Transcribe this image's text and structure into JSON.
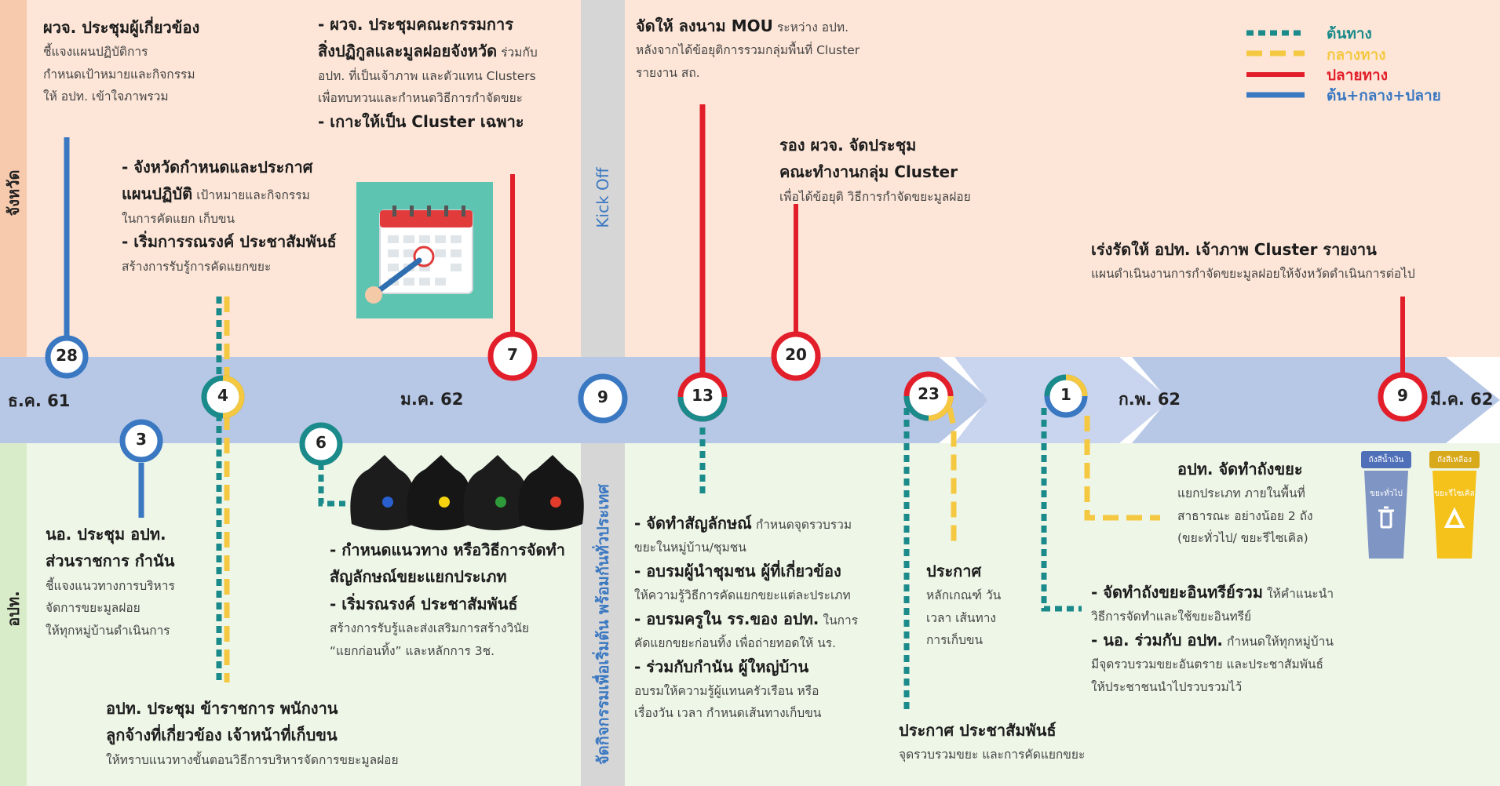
{
  "colors": {
    "origin": "#1a8a8a",
    "midway": "#f5c842",
    "destination": "#e21e2a",
    "all": "#3a78c2",
    "province_bg": "#fde6d8",
    "local_bg": "#eef6e8",
    "arrow": "#b7c7e6",
    "divider": "#d4d4d4"
  },
  "legend": [
    {
      "label": "ต้นทาง",
      "color": "origin"
    },
    {
      "label": "กลางทาง",
      "color": "midway"
    },
    {
      "label": "ปลายทาง",
      "color": "destination"
    },
    {
      "label": "ต้น+กลาง+ปลาย",
      "color": "all"
    }
  ],
  "rows": {
    "province": "จังหวัด",
    "local": "อปท."
  },
  "center": {
    "kickoff": "Kick Off",
    "activity": "จัดกิจกรรมเพื่อเริ่มต้น พร้อมกันทั่วประเทศ"
  },
  "months": [
    "ธ.ค. 61",
    "ม.ค. 62",
    "ก.พ. 62",
    "มี.ค. 62"
  ],
  "nodes": [
    "28",
    "3",
    "4",
    "6",
    "7",
    "9",
    "13",
    "20",
    "23",
    "1",
    "9"
  ],
  "province_notes": [
    {
      "lines": [
        "ผวจ. ประชุมผู้เกี่ยวข้อง"
      ],
      "sub": [
        "ชี้แจงแผนปฏิบัติการ",
        "กำหนดเป้าหมายและกิจกรรม",
        "ให้ อปท. เข้าใจภาพรวม"
      ]
    },
    {
      "lines": [
        "- จังหวัดกำหนดและประกาศ",
        "แผนปฏิบัติ"
      ],
      "inline": "เป้าหมายและกิจกรรม",
      "sub": [
        "ในการคัดแยก เก็บขน"
      ],
      "lines2": [
        "- เริ่มการรณรงค์ ประชาสัมพันธ์"
      ],
      "sub2": [
        "สร้างการรับรู้การคัดแยกขยะ"
      ]
    },
    {
      "lines": [
        "- ผวจ. ประชุมคณะกรรมการ",
        "สิ่งปฏิกูลและมูลฝอยจังหวัด"
      ],
      "inline": "ร่วมกับ",
      "sub": [
        "อปท. ที่เป็นเจ้าภาพ และตัวแทน Clusters",
        "เพื่อทบทวนและกำหนดวิธีการกำจัดขยะ"
      ],
      "lines2": [
        "- เกาะให้เป็น Cluster เฉพาะ"
      ]
    },
    {
      "lines": [
        "จัดให้ ลงนาม MOU"
      ],
      "inline": "ระหว่าง อปท.",
      "sub": [
        "หลังจากได้ข้อยุติการรวมกลุ่มพื้นที่ Cluster",
        "รายงาน สถ."
      ]
    },
    {
      "lines": [
        "รอง ผวจ. จัดประชุม",
        "คณะทำงานกลุ่ม Cluster"
      ],
      "sub": [
        "เพื่อได้ข้อยุติ วิธีการกำจัดขยะมูลฝอย"
      ]
    },
    {
      "lines": [
        "เร่งรัดให้ อปท. เจ้าภาพ Cluster รายงาน"
      ],
      "sub": [
        "แผนดำเนินงานการกำจัดขยะมูลฝอยให้จังหวัดดำเนินการต่อไป"
      ]
    }
  ],
  "local_notes": [
    {
      "lines": [
        "นอ. ประชุม อปท.",
        "ส่วนราชการ กำนัน"
      ],
      "sub": [
        "ชี้แจงแนวทางการบริหาร",
        "จัดการขยะมูลฝอย",
        "ให้ทุกหมู่บ้านดำเนินการ"
      ]
    },
    {
      "lines": [
        "อปท. ประชุม ข้าราชการ  พนักงาน",
        "ลูกจ้างที่เกี่ยวข้อง เจ้าหน้าที่เก็บขน"
      ],
      "sub": [
        "ให้ทราบแนวทางขั้นตอนวิธีการบริหารจัดการขยะมูลฝอย"
      ]
    },
    {
      "lines": [
        "- กำหนดแนวทาง หรือวิธีการจัดทำ",
        "สัญลักษณ์ขยะแยกประเภท",
        "- เริ่มรณรงค์ ประชาสัมพันธ์"
      ],
      "sub": [
        "สร้างการรับรู้และส่งเสริมการสร้างวินัย",
        "“แยกก่อนทิ้ง” และหลักการ 3ช."
      ]
    },
    {
      "items": [
        {
          "h": "- จัดทำสัญลักษณ์",
          "t": "กำหนดจุดรวบรวม",
          "s": "ขยะในหมู่บ้าน/ชุมชน"
        },
        {
          "h": "- อบรมผู้นำชุมชน ผู้ที่เกี่ยวข้อง",
          "t": "",
          "s": "ให้ความรู้วิธีการคัดแยกขยะแต่ละประเภท"
        },
        {
          "h": "- อบรมครูใน รร.ของ อปท.",
          "t": "ในการ",
          "s": "คัดแยกขยะก่อนทิ้ง เพื่อถ่ายทอดให้ นร."
        },
        {
          "h": " - ร่วมกับกำนัน ผู้ใหญ่บ้าน",
          "t": "",
          "s": "อบรมให้ความรู้ผู้แทนครัวเรือน หรือ",
          "s2": "เรื่องวัน เวลา กำหนดเส้นทางเก็บขน"
        }
      ]
    },
    {
      "lines": [
        "ประกาศ"
      ],
      "sub": [
        "หลักเกณฑ์ วัน",
        "เวลา เส้นทาง",
        "การเก็บขน"
      ]
    },
    {
      "lines": [
        "ประกาศ ประชาสัมพันธ์"
      ],
      "sub": [
        "จุดรวบรวมขยะ และการคัดแยกขยะ"
      ]
    },
    {
      "lines": [
        "อปท. จัดทำถังขยะ"
      ],
      "sub": [
        "แยกประเภท ภายในพื้นที่",
        "สาธารณะ อย่างน้อย 2 ถัง",
        "(ขยะทั่วไป/ ขยะรีไซเคิล)"
      ]
    },
    {
      "items": [
        {
          "h": "- จัดทำถังขยะอินทรีย์รวม",
          "t": "ให้คำแนะนำ",
          "s": "วิธีการจัดทำและใช้ขยะอินทรีย์"
        },
        {
          "h": "- นอ. ร่วมกับ อปท.",
          "t": "กำหนดให้ทุกหมู่บ้าน",
          "s": "มีจุดรวบรวมขยะอันตราย และประชาสัมพันธ์",
          "s2": "ให้ประชาชนนำไปรวบรวมไว้"
        }
      ]
    }
  ],
  "bins": {
    "general_label": "ถังสีน้ำเงิน",
    "general_sub": "ขยะทั่วไป",
    "recycle_label": "ถังสีเหลือง",
    "recycle_sub": "ขยะรีไซเคิล"
  }
}
